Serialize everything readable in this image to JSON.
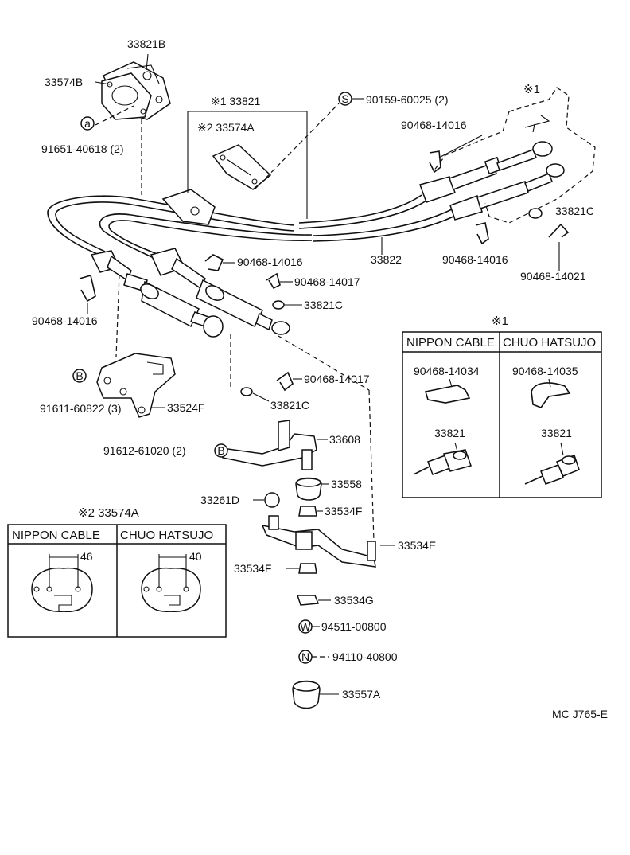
{
  "labels": {
    "p33821B": "33821B",
    "p33574B": "33574B",
    "m_a": "a",
    "p91651": "91651-40618 (2)",
    "p33821_top": "※1 33821",
    "p33574A": "※2 33574A",
    "m_s": "S",
    "p90159": "90159-60025 (2)",
    "note1_top": "※1",
    "p90468_14016_a": "90468-14016",
    "p33821C_a": "33821C",
    "p33822": "33822",
    "p90468_14016_b": "90468-14016",
    "p90468_14021": "90468-14021",
    "p90468_14016_c": "90468-14016",
    "p90468_14017_a": "90468-14017",
    "p33821C_b": "33821C",
    "p90468_14016_d": "90468-14016",
    "m_b1": "B",
    "p90468_14017_b": "90468-14017",
    "p33821C_c": "33821C",
    "p91611": "91611-60822 (3)",
    "p33524F": "33524F",
    "p91612": "91612-61020 (2)",
    "m_b2": "B",
    "p33608": "33608",
    "p33558": "33558",
    "p33261D": "33261D",
    "p33534F_a": "33534F",
    "p33534E": "33534E",
    "p33534F_b": "33534F",
    "p33534G": "33534G",
    "m_w": "W",
    "p94511": "94511-00800",
    "m_n": "N",
    "p94110": "94110-40800",
    "p33557A": "33557A",
    "code": "MC J765-E"
  },
  "table1": {
    "title": "※1",
    "col1": "NIPPON CABLE",
    "col2": "CHUO HATSUJO",
    "clip1": "90468-14034",
    "clip2": "90468-14035",
    "part1": "33821",
    "part2": "33821"
  },
  "table2": {
    "title": "※2 33574A",
    "col1": "NIPPON  CABLE",
    "col2": "CHUO HATSUJO",
    "dim1": "46",
    "dim2": "40"
  }
}
